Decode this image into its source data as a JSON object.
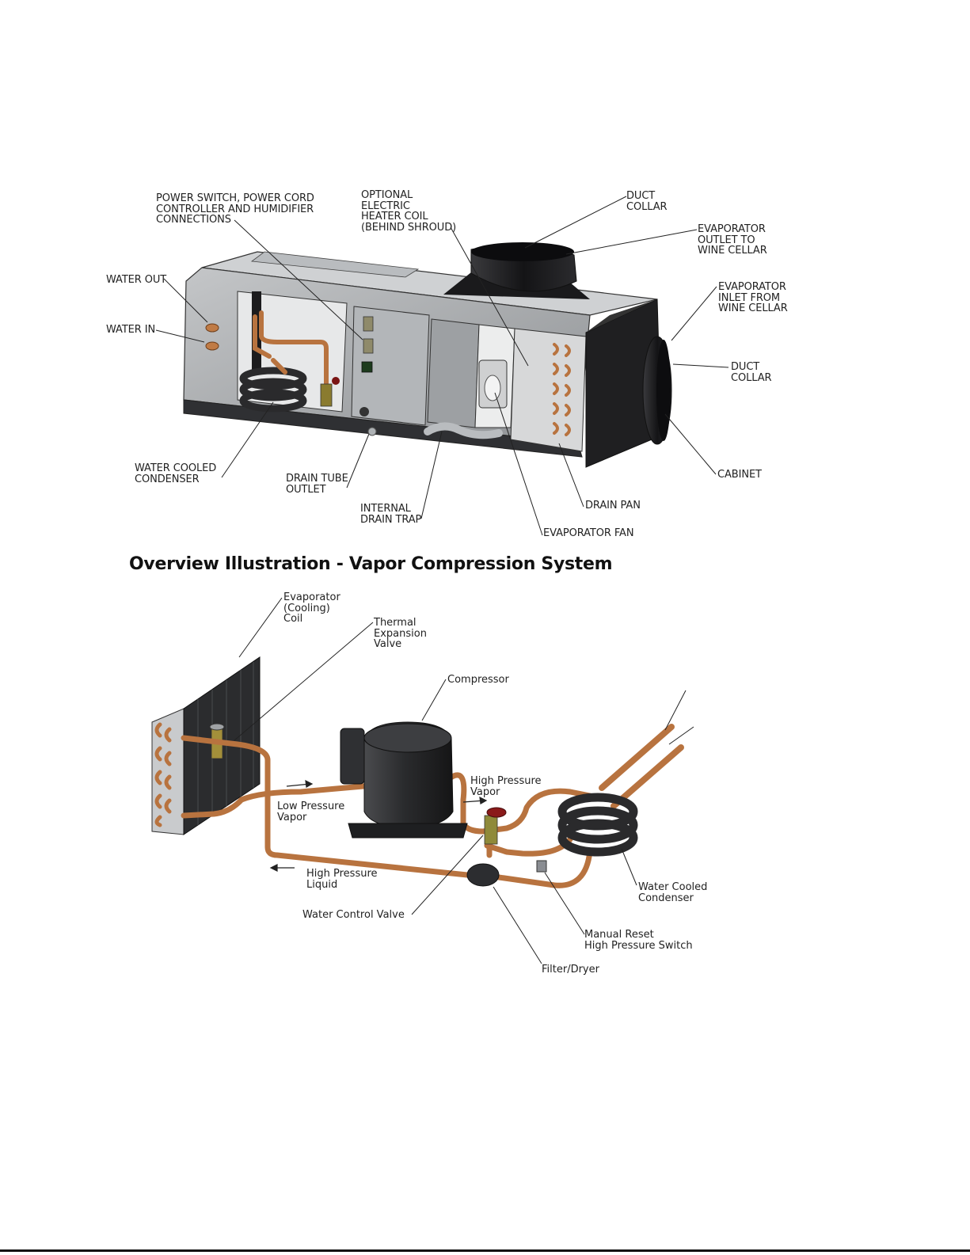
{
  "figure1": {
    "labels": {
      "power_switch": "POWER SWITCH, POWER CORD\nCONTROLLER AND HUMIDIFIER\nCONNECTIONS",
      "heater_coil": "OPTIONAL\nELECTRIC\nHEATER COIL\n(BEHIND SHROUD)",
      "duct_collar_top": "DUCT\nCOLLAR",
      "evap_outlet": "EVAPORATOR\nOUTLET TO\nWINE CELLAR",
      "evap_inlet": "EVAPORATOR\nINLET FROM\nWINE CELLAR",
      "duct_collar_side": "DUCT\nCOLLAR",
      "water_out": "WATER OUT",
      "water_in": "WATER IN",
      "water_cooled_condenser": "WATER COOLED\nCONDENSER",
      "drain_tube_outlet": "DRAIN TUBE\nOUTLET",
      "internal_drain_trap": "INTERNAL\nDRAIN TRAP",
      "evaporator_fan": "EVAPORATOR FAN",
      "drain_pan": "DRAIN PAN",
      "cabinet": "CABINET"
    }
  },
  "heading": "Overview Illustration - Vapor Compression System",
  "figure2": {
    "labels": {
      "evaporator": "Evaporator\n(Cooling)\nCoil",
      "txv": "Thermal\nExpansion\nValve",
      "compressor": "Compressor",
      "high_pressure_vapor": "High Pressure\nVapor",
      "low_pressure_vapor": "Low Pressure\nVapor",
      "high_pressure_liquid": "High Pressure\nLiquid",
      "water_control_valve": "Water Control Valve",
      "water_cooled_condenser": "Water Cooled\nCondenser",
      "manual_reset": "Manual Reset\nHigh Pressure Switch",
      "filter_dryer": "Filter/Dryer"
    }
  },
  "colors": {
    "copper": "#b8733f",
    "steel": "#a9acaf",
    "dark": "#1f1f21"
  }
}
